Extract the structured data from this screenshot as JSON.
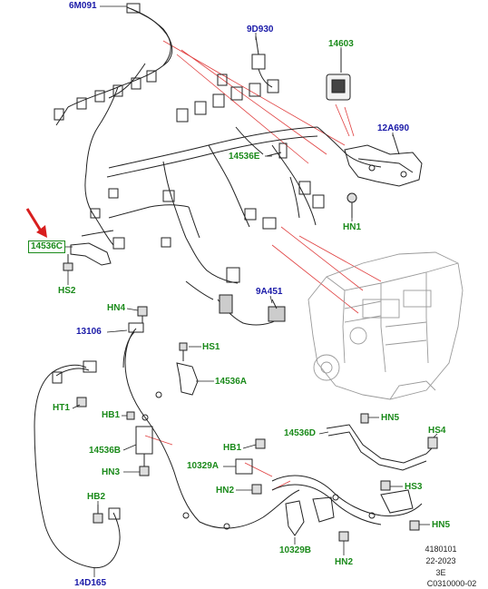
{
  "labels": {
    "6M091": "6M091",
    "9D930": "9D930",
    "14603": "14603",
    "12A690": "12A690",
    "14536E": "14536E",
    "HN1": "HN1",
    "14536C": "14536C",
    "HS2": "HS2",
    "9A451": "9A451",
    "HN4": "HN4",
    "13106": "13106",
    "HS1": "HS1",
    "14536A": "14536A",
    "HT1": "HT1",
    "HB1a": "HB1",
    "14536B": "14536B",
    "HN3": "HN3",
    "14536D": "14536D",
    "HN5a": "HN5",
    "HS4": "HS4",
    "HB1b": "HB1",
    "10329A": "10329A",
    "HN2a": "HN2",
    "HS3": "HS3",
    "HB2": "HB2",
    "HN5b": "HN5",
    "10329B": "10329B",
    "HN2b": "HN2",
    "14D165": "14D165"
  },
  "reference": {
    "line1": "4180101",
    "line2": "22-2023",
    "line3": "3E",
    "line4": "C0310000-02"
  },
  "colors": {
    "part_label_green": "#1a8a1a",
    "part_label_blue": "#1a1aa8",
    "leader_red": "#e04040",
    "pointer_arrow": "#d81e1e",
    "line_art": "#222222",
    "engine_grey": "#9a9a9a"
  }
}
